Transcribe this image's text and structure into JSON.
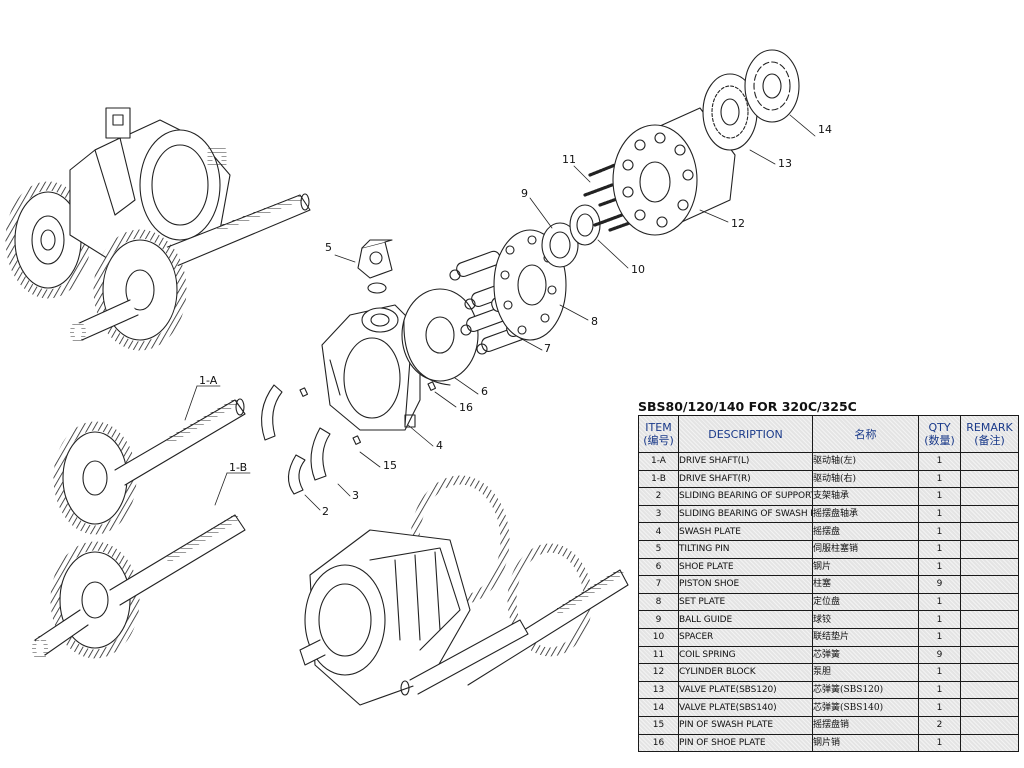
{
  "callouts": [
    "1-A",
    "1-B",
    "2",
    "3",
    "4",
    "5",
    "6",
    "7",
    "8",
    "9",
    "10",
    "11",
    "12",
    "13",
    "14",
    "15",
    "16"
  ],
  "table": {
    "title": "SBS80/120/140 FOR 320C/325C",
    "headers": {
      "item_en": "ITEM",
      "item_cn": "(编号)",
      "description": "DESCRIPTION",
      "name_cn": "名称",
      "qty_en": "QTY",
      "qty_cn": "(数量)",
      "remark_en": "REMARK",
      "remark_cn": "(备注)"
    },
    "rows": [
      {
        "item": "1-A",
        "description": "DRIVE SHAFT(L)",
        "name": "驱动轴(左)",
        "qty": "1",
        "remark": ""
      },
      {
        "item": "1-B",
        "description": "DRIVE SHAFT(R)",
        "name": "驱动轴(右)",
        "qty": "1",
        "remark": ""
      },
      {
        "item": "2",
        "description": "SLIDING BEARING OF SUPPORT",
        "name": "支架轴承",
        "qty": "1",
        "remark": ""
      },
      {
        "item": "3",
        "description": "SLIDING BEARING OF SWASH PLATE",
        "name": "摇摆盘轴承",
        "qty": "1",
        "remark": ""
      },
      {
        "item": "4",
        "description": "SWASH PLATE",
        "name": "摇摆盘",
        "qty": "1",
        "remark": ""
      },
      {
        "item": "5",
        "description": "TILTING PIN",
        "name": "伺服柱塞销",
        "qty": "1",
        "remark": ""
      },
      {
        "item": "6",
        "description": "SHOE PLATE",
        "name": "钢片",
        "qty": "1",
        "remark": ""
      },
      {
        "item": "7",
        "description": "PISTON SHOE",
        "name": "柱塞",
        "qty": "9",
        "remark": ""
      },
      {
        "item": "8",
        "description": "SET PLATE",
        "name": "定位盘",
        "qty": "1",
        "remark": ""
      },
      {
        "item": "9",
        "description": "BALL GUIDE",
        "name": "球铰",
        "qty": "1",
        "remark": ""
      },
      {
        "item": "10",
        "description": "SPACER",
        "name": "联结垫片",
        "qty": "1",
        "remark": ""
      },
      {
        "item": "11",
        "description": "COIL SPRING",
        "name": "芯弹簧",
        "qty": "9",
        "remark": ""
      },
      {
        "item": "12",
        "description": "CYLINDER BLOCK",
        "name": "泵胆",
        "qty": "1",
        "remark": ""
      },
      {
        "item": "13",
        "description": "VALVE PLATE(SBS120)",
        "name": "芯弹簧(SBS120)",
        "qty": "1",
        "remark": ""
      },
      {
        "item": "14",
        "description": "VALVE PLATE(SBS140)",
        "name": "芯弹簧(SBS140)",
        "qty": "1",
        "remark": ""
      },
      {
        "item": "15",
        "description": "PIN OF SWASH PLATE",
        "name": "摇摆盘销",
        "qty": "2",
        "remark": ""
      },
      {
        "item": "16",
        "description": "PIN OF SHOE PLATE",
        "name": "钢片销",
        "qty": "1",
        "remark": ""
      }
    ]
  }
}
